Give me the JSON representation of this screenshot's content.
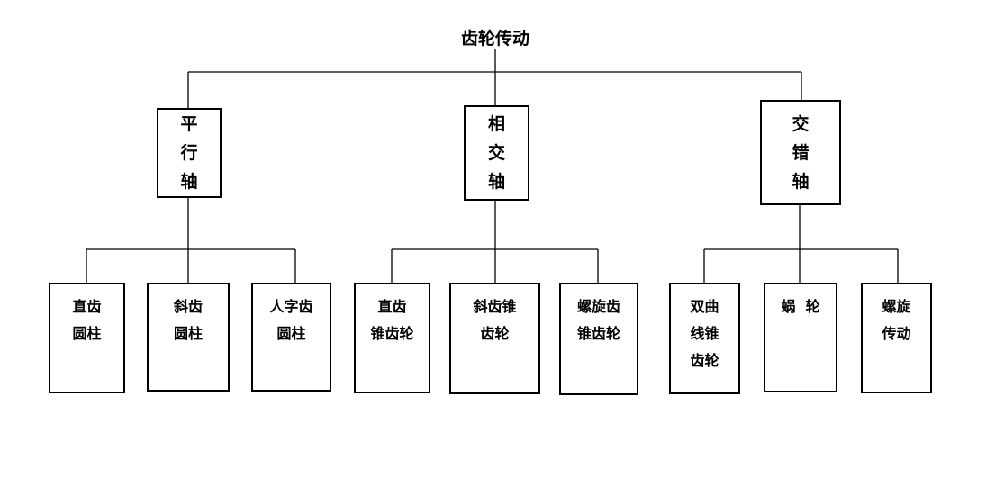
{
  "root": "齿轮传动",
  "categories": [
    {
      "label": [
        "平",
        "行",
        "轴"
      ],
      "children": [
        [
          "直齿",
          "圆柱"
        ],
        [
          "斜齿",
          "圆柱"
        ],
        [
          "人字齿",
          "圆柱"
        ]
      ]
    },
    {
      "label": [
        "相",
        "交",
        "轴"
      ],
      "children": [
        [
          "直齿",
          "锥齿轮"
        ],
        [
          "斜齿锥",
          "齿轮"
        ],
        [
          "螺旋齿",
          "锥齿轮"
        ]
      ]
    },
    {
      "label": [
        "交",
        "错",
        "轴"
      ],
      "children": [
        [
          "双曲",
          "线锥",
          "齿轮"
        ],
        [
          "蜗  轮"
        ],
        [
          "螺旋",
          "传动"
        ]
      ]
    }
  ]
}
